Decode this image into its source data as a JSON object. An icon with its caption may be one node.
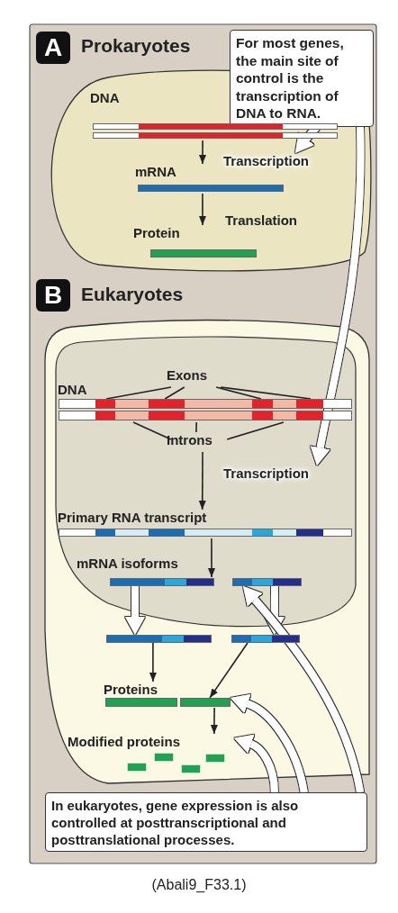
{
  "diagram": {
    "caption": "(Abali9_F33.1)",
    "nodes": [
      {
        "text": [
          "For most genes, the main site of control is the transcription of DNA to RNA."
        ]
      },
      {
        "text": [
          "DNA"
        ]
      },
      {
        "text": [
          "Transcription"
        ]
      },
      {
        "text": [
          "mRNA"
        ]
      },
      {
        "text": [
          "Protein"
        ]
      },
      {
        "text": [
          "Exons"
        ]
      },
      {
        "text": [
          "DNA"
        ]
      },
      {
        "text": [
          "Introns"
        ]
      },
      {
        "text": [
          "Transcription"
        ]
      },
      {
        "text": [
          "Primary RNA transcript"
        ]
      },
      {
        "text": [
          "mRNA isoforms"
        ]
      },
      {
        "text": [],
        "shape": "bar"
      },
      {
        "text": [],
        "shape": "bar"
      },
      {
        "text": [],
        "shape": "bar"
      },
      {
        "text": [
          "Proteins"
        ]
      },
      {
        "text": [],
        "shape": "bar"
      },
      {
        "text": [
          "Modified proteins"
        ]
      },
      {
        "text": [
          "In eukaryotes, gene expression is also controlled at posttranscriptional and posttranslational processes."
        ]
      }
    ],
    "edges": [
      {
        "from": 1,
        "to": 3,
        "arrow": "to"
      },
      {
        "from": 3,
        "to": 4,
        "arrow": "to"
      },
      {
        "from": 0,
        "to": 2,
        "arrow": "to",
        "style": "thick",
        "color": "#ffffff"
      },
      {
        "from": 0,
        "to": 8,
        "arrow": "to",
        "style": "thick",
        "color": "#ffffff"
      },
      {
        "from": 5,
        "to": 6,
        "arrow": "none"
      },
      {
        "from": 5,
        "to": 6,
        "arrow": "none"
      },
      {
        "from": 5,
        "to": 6,
        "arrow": "none"
      },
      {
        "from": 5,
        "to": 6,
        "arrow": "none"
      },
      {
        "from": 7,
        "to": 6,
        "arrow": "none"
      },
      {
        "from": 7,
        "to": 6,
        "arrow": "none"
      },
      {
        "from": 7,
        "to": 6,
        "arrow": "none"
      },
      {
        "from": 7,
        "to": 9,
        "arrow": "to"
      },
      {
        "from": 9,
        "to": 10,
        "arrow": "to"
      },
      {
        "from": 10,
        "to": 12,
        "arrow": "to",
        "style": "thick",
        "color": "#ffffff"
      },
      {
        "from": 11,
        "to": 13,
        "arrow": "to",
        "style": "thick",
        "color": "#ffffff"
      },
      {
        "from": 12,
        "to": 14,
        "arrow": "to"
      },
      {
        "from": 13,
        "to": 15,
        "arrow": "to"
      },
      {
        "from": 15,
        "to": 16,
        "arrow": "to"
      },
      {
        "from": 17,
        "to": 11,
        "arrow": "to",
        "style": "thick",
        "color": "#ffffff"
      },
      {
        "from": 17,
        "to": 15,
        "arrow": "to",
        "style": "thick",
        "color": "#ffffff"
      },
      {
        "from": 17,
        "to": 16,
        "arrow": "to",
        "style": "thick",
        "color": "#ffffff"
      }
    ],
    "labels": [
      "A",
      "Prokaryotes",
      "Translation",
      "B",
      "Eukaryotes"
    ]
  }
}
